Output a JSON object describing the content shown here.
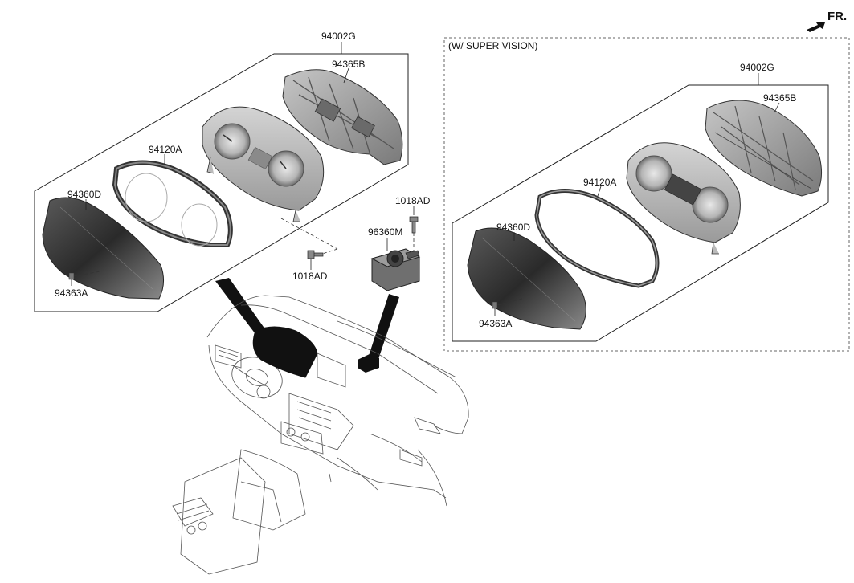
{
  "orientation": {
    "label": "FR."
  },
  "variant_box": {
    "title": "(W/ SUPER VISION)"
  },
  "labels": {
    "left": {
      "assembly": "94002G",
      "case": "94365B",
      "window": "94120A",
      "glass": "94360D",
      "clip": "94363A",
      "screw": "1018AD"
    },
    "center": {
      "module": "96360M",
      "screw": "1018AD"
    },
    "right": {
      "assembly": "94002G",
      "case": "94365B",
      "window": "94120A",
      "glass": "94360D",
      "clip": "94363A"
    }
  },
  "colors": {
    "glass_dark": "#2a2a2a",
    "glass_mid": "#777777",
    "gauge_face": "#bdbdbd",
    "case_body": "#999999"
  }
}
